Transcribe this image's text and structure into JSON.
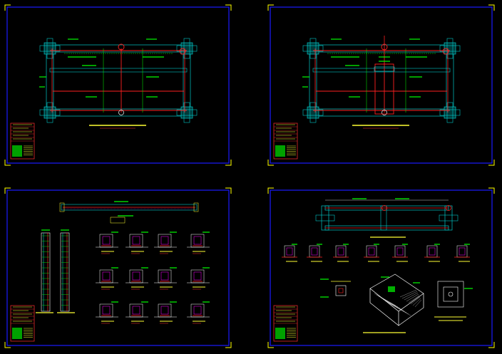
{
  "colors": {
    "background": "#000000",
    "frame": "#1a1aff",
    "corner": "#ffff00",
    "column": "#00c8c8",
    "rebar": "#ff2020",
    "dimension": "#00ff00",
    "text": "#ffff33",
    "white": "#ffffff",
    "magenta": "#ff00ff"
  },
  "sheets": [
    {
      "id": "sheet-1",
      "kind": "plan",
      "has_center_box": false
    },
    {
      "id": "sheet-2",
      "kind": "plan",
      "has_center_box": true
    },
    {
      "id": "sheet-3",
      "kind": "sections"
    },
    {
      "id": "sheet-4",
      "kind": "details"
    }
  ]
}
